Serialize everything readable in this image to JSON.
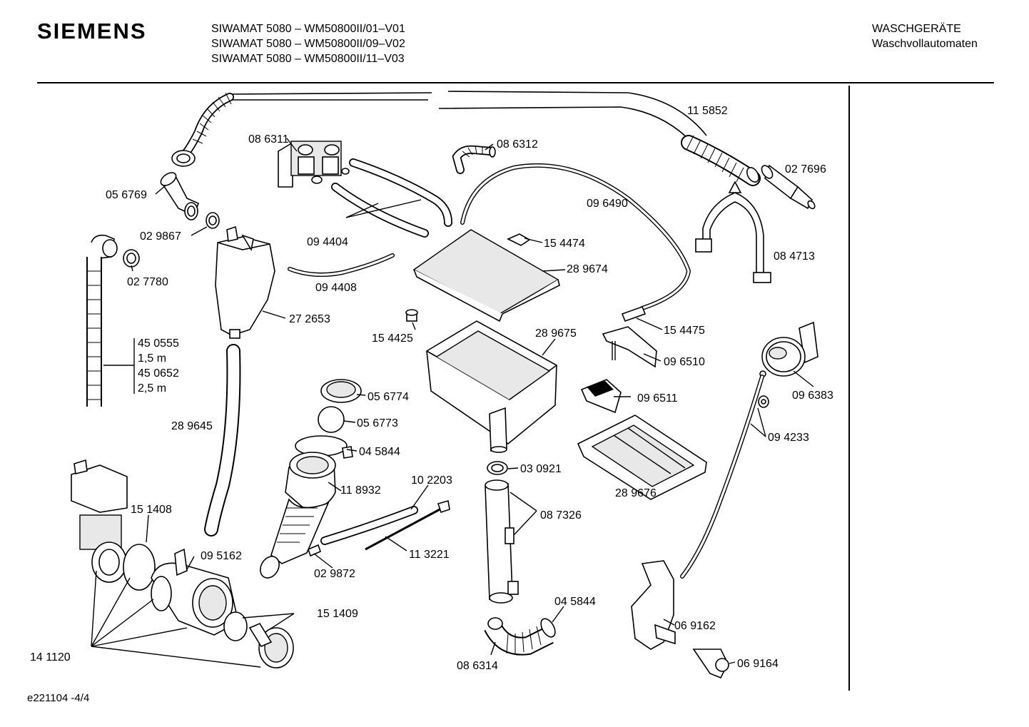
{
  "header": {
    "brand": "SIEMENS",
    "models": [
      "SIWAMAT 5080 – WM50800II/01–V01",
      "SIWAMAT 5080 – WM50800II/09–V02",
      "SIWAMAT 5080 – WM50800II/11–V03"
    ],
    "category": "WASCHGERÄTE",
    "subcategory": "Waschvollautomaten"
  },
  "footer": {
    "code": "e221104 -4/4"
  },
  "part_labels": {
    "p115852": "11 5852",
    "p086311": "08 6311",
    "p086312": "08 6312",
    "p027696": "02 7696",
    "p056769": "05 6769",
    "p096490": "09 6490",
    "p029867": "02 9867",
    "p094404": "09 4404",
    "p154474": "15 4474",
    "p084713": "08 4713",
    "p027780": "02 7780",
    "p289674": "28 9674",
    "p094408": "09 4408",
    "p272653": "27 2653",
    "p154475": "15 4475",
    "p154425": "15 4425",
    "p289675": "28 9675",
    "p450555": "45 0555",
    "p15m": "1,5 m",
    "p450652": "45 0652",
    "p25m": "2,5 m",
    "p096510": "09 6510",
    "p096383": "09 6383",
    "p056774": "05 6774",
    "p096511": "09 6511",
    "p289645": "28 9645",
    "p056773": "05 6773",
    "p094233": "09 4233",
    "p045844a": "04 5844",
    "p102203": "10 2203",
    "p030921": "03 0921",
    "p118932": "11 8932",
    "p289676": "28 9676",
    "p151408": "15 1408",
    "p087326": "08 7326",
    "p113221": "11 3221",
    "p095162": "09 5162",
    "p029872": "02 9872",
    "p045844b": "04 5844",
    "p151409": "15 1409",
    "p069162": "06 9162",
    "p141120": "14 1120",
    "p086314": "08 6314",
    "p069164": "06 9164"
  }
}
